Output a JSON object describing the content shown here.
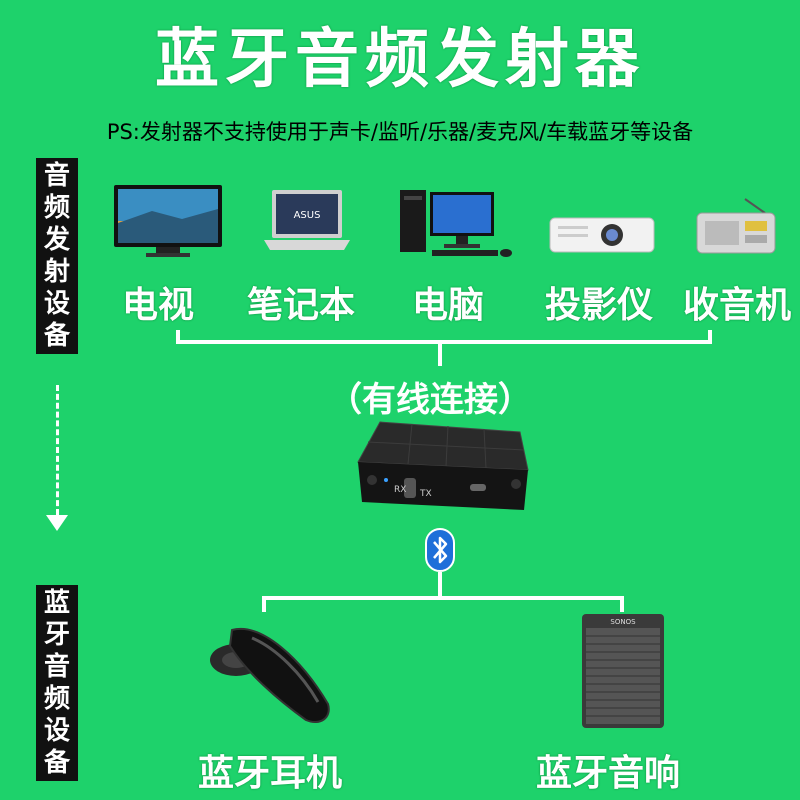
{
  "header": {
    "title": "蓝牙音频发射器",
    "note": "PS:发射器不支持使用于声卡/监听/乐器/麦克风/车载蓝牙等设备"
  },
  "sidebar": {
    "transmit_label": [
      "音",
      "频",
      "发",
      "射",
      "设",
      "备"
    ],
    "receive_label": [
      "蓝",
      "牙",
      "音",
      "频",
      "设",
      "备"
    ]
  },
  "sources": [
    {
      "label": "电视",
      "icon": "tv-icon"
    },
    {
      "label": "笔记本",
      "icon": "laptop-icon"
    },
    {
      "label": "电脑",
      "icon": "desktop-computer-icon"
    },
    {
      "label": "投影仪",
      "icon": "projector-icon"
    },
    {
      "label": "收音机",
      "icon": "radio-icon"
    }
  ],
  "laptop_brand": "ASUS",
  "connection_label": "（有线连接）",
  "device": {
    "rx_label": "RX",
    "tx_label": "TX"
  },
  "speaker_brand": "SONOS",
  "outputs": [
    {
      "label": "蓝牙耳机",
      "icon": "bluetooth-headset-icon"
    },
    {
      "label": "蓝牙音响",
      "icon": "bluetooth-speaker-icon"
    }
  ],
  "colors": {
    "background": "#1ed26b",
    "text": "#ffffff",
    "sidebar": "#111111",
    "bluetooth_blue": "#1e6fd9"
  }
}
